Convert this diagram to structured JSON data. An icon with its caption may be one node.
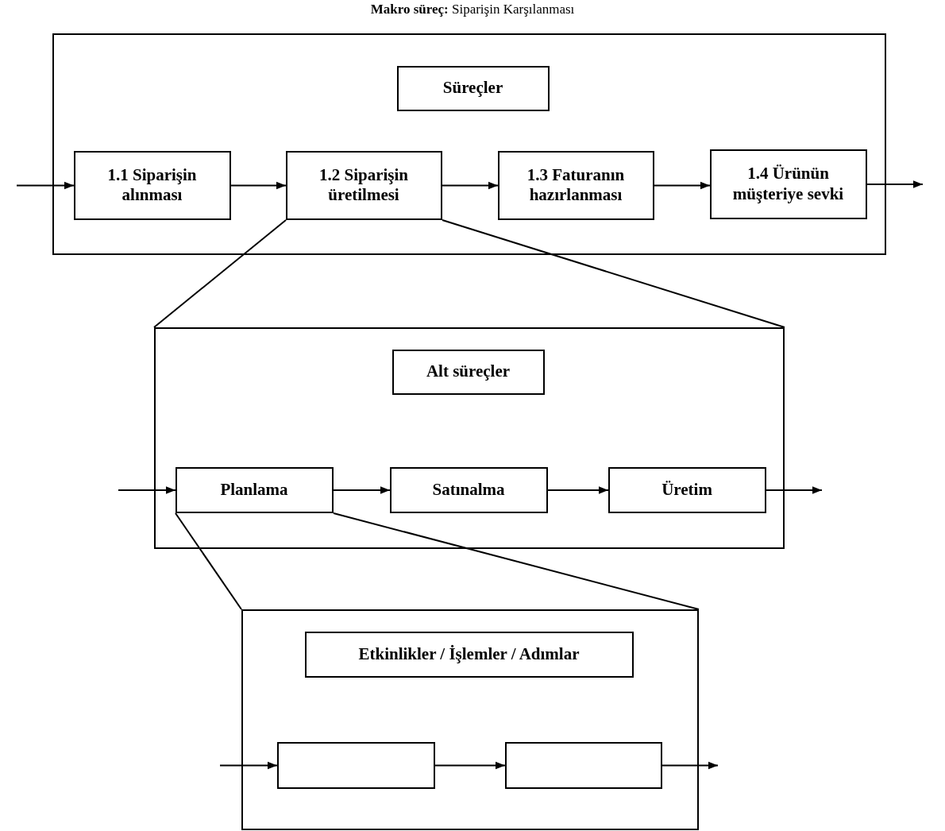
{
  "diagram": {
    "title": "**Makro süreç:** Siparişin Karşılanması",
    "nodes": [
      {
        "text": [],
        "shape": "box"
      },
      {
        "text": [
          "Süreçler"
        ],
        "in": 0
      },
      {
        "text": [
          "1.1 Siparişin alınması"
        ],
        "in": 0
      },
      {
        "text": [
          "1.2 Siparişin üretilmesi"
        ],
        "in": 0
      },
      {
        "text": [
          "1.3 Faturanın hazırlanması"
        ],
        "in": 0
      },
      {
        "text": [
          "1.4 Ürünün müşteriye sevki"
        ],
        "in": 0
      },
      {
        "text": [],
        "shape": "box"
      },
      {
        "text": [
          "Alt süreçler"
        ],
        "in": 6
      },
      {
        "text": [
          "Planlama"
        ],
        "in": 6
      },
      {
        "text": [
          "Satınalma"
        ],
        "in": 6
      },
      {
        "text": [
          "Üretim"
        ],
        "in": 6
      },
      {
        "text": [],
        "shape": "box"
      },
      {
        "text": [
          "Etkinlikler / İşlemler / Adımlar"
        ],
        "in": 11
      },
      {
        "text": [],
        "shape": "box",
        "in": 11
      },
      {
        "text": [],
        "shape": "box",
        "in": 11
      }
    ],
    "edges": [
      {
        "from": null,
        "to": 2,
        "arrow": "to"
      },
      {
        "from": 2,
        "to": 3,
        "arrow": "to"
      },
      {
        "from": 3,
        "to": 4,
        "arrow": "to"
      },
      {
        "from": 4,
        "to": 5,
        "arrow": "to"
      },
      {
        "from": 5,
        "to": null,
        "arrow": "to"
      },
      {
        "from": 3,
        "to": 6,
        "arrow": "none"
      },
      {
        "from": 3,
        "to": 6,
        "arrow": "none"
      },
      {
        "from": null,
        "to": 8,
        "arrow": "to"
      },
      {
        "from": 8,
        "to": 9,
        "arrow": "to"
      },
      {
        "from": 9,
        "to": 10,
        "arrow": "to"
      },
      {
        "from": 10,
        "to": null,
        "arrow": "to"
      },
      {
        "from": 8,
        "to": 11,
        "arrow": "none"
      },
      {
        "from": 8,
        "to": 11,
        "arrow": "none"
      },
      {
        "from": null,
        "to": 13,
        "arrow": "to"
      },
      {
        "from": 13,
        "to": 14,
        "arrow": "to"
      },
      {
        "from": 14,
        "to": null,
        "arrow": "to"
      }
    ]
  }
}
